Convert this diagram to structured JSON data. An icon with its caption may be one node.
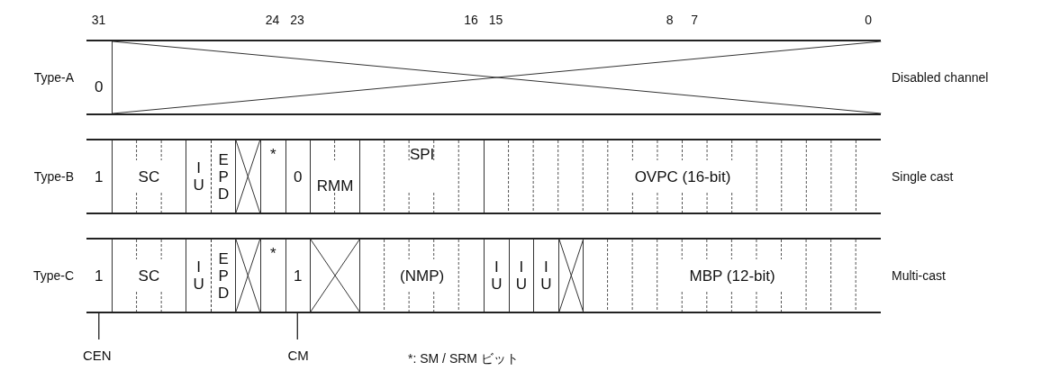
{
  "diagram": {
    "nodes": [
      {
        "text": [
          "Type-A"
        ],
        "beside": [
          "Disabled channel"
        ]
      },
      {
        "text": [
          "0"
        ],
        "in": 0
      },
      {
        "text": [],
        "shape": "box",
        "in": 0
      },
      {
        "text": [
          "Type-B"
        ],
        "beside": [
          "Single cast"
        ]
      },
      {
        "text": [
          "1"
        ],
        "in": 3
      },
      {
        "text": [
          "SC"
        ],
        "in": 3
      },
      {
        "text": [
          "I U"
        ],
        "in": 3
      },
      {
        "text": [
          "E P D"
        ],
        "in": 3
      },
      {
        "text": [],
        "shape": "box",
        "in": 3
      },
      {
        "text": [
          "*"
        ],
        "in": 3
      },
      {
        "text": [
          "0"
        ],
        "in": 3
      },
      {
        "text": [
          "RMM"
        ],
        "in": 3
      },
      {
        "text": [
          "SPI"
        ],
        "in": 3
      },
      {
        "text": [
          "OVPC (16-bit)"
        ],
        "in": 3
      },
      {
        "text": [
          "Type-C"
        ],
        "beside": [
          "Multi-cast"
        ]
      },
      {
        "text": [
          "1"
        ],
        "in": 14
      },
      {
        "text": [
          "SC"
        ],
        "in": 14
      },
      {
        "text": [
          "I U"
        ],
        "in": 14
      },
      {
        "text": [
          "E P D"
        ],
        "in": 14
      },
      {
        "text": [],
        "shape": "box",
        "in": 14
      },
      {
        "text": [
          "*"
        ],
        "in": 14
      },
      {
        "text": [
          "1"
        ],
        "in": 14
      },
      {
        "text": [],
        "shape": "box",
        "in": 14
      },
      {
        "text": [
          "(NMP)"
        ],
        "in": 14
      },
      {
        "text": [
          "I U"
        ],
        "in": 14
      },
      {
        "text": [
          "I U"
        ],
        "in": 14
      },
      {
        "text": [
          "I U"
        ],
        "in": 14
      },
      {
        "text": [],
        "shape": "box",
        "in": 14
      },
      {
        "text": [
          "MBP (12-bit)"
        ],
        "in": 14
      },
      {
        "text": [
          "CEN"
        ]
      },
      {
        "text": [
          "CM"
        ]
      }
    ],
    "edges": [
      {
        "from": 29,
        "to": 15,
        "arrow": "none"
      },
      {
        "from": 30,
        "to": 21,
        "arrow": "none"
      }
    ],
    "labels": [
      "31",
      "24",
      "23",
      "16",
      "15",
      "8",
      "7",
      "0",
      "*: SM / SRM ビット"
    ]
  }
}
